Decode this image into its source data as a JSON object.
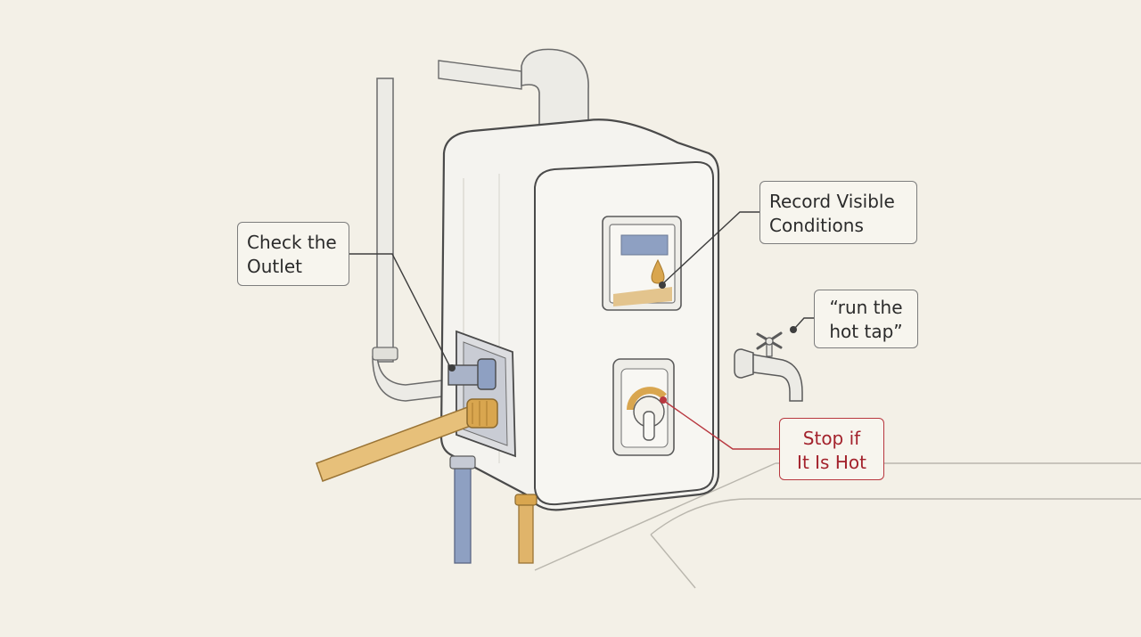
{
  "callouts": {
    "check_outlet": {
      "lines": [
        "Check the",
        "Outlet"
      ]
    },
    "record_conditions": {
      "lines": [
        "Record Visible",
        "Conditions"
      ]
    },
    "run_hot_tap": {
      "lines": [
        "“run the",
        "hot tap”"
      ]
    },
    "stop_if_hot": {
      "lines": [
        "Stop if",
        "It Is Hot"
      ]
    }
  },
  "colors": {
    "background": "#f3f0e7",
    "heater_body": "#f4f3ef",
    "outline": "#4a4a4a",
    "hot_pipe": "#d9a64f",
    "cold_pipe": "#7f91b6",
    "warning": "#b8373f",
    "display_blue": "#8ea0c2"
  },
  "icons": [
    "water-drop-icon",
    "faucet-icon"
  ]
}
